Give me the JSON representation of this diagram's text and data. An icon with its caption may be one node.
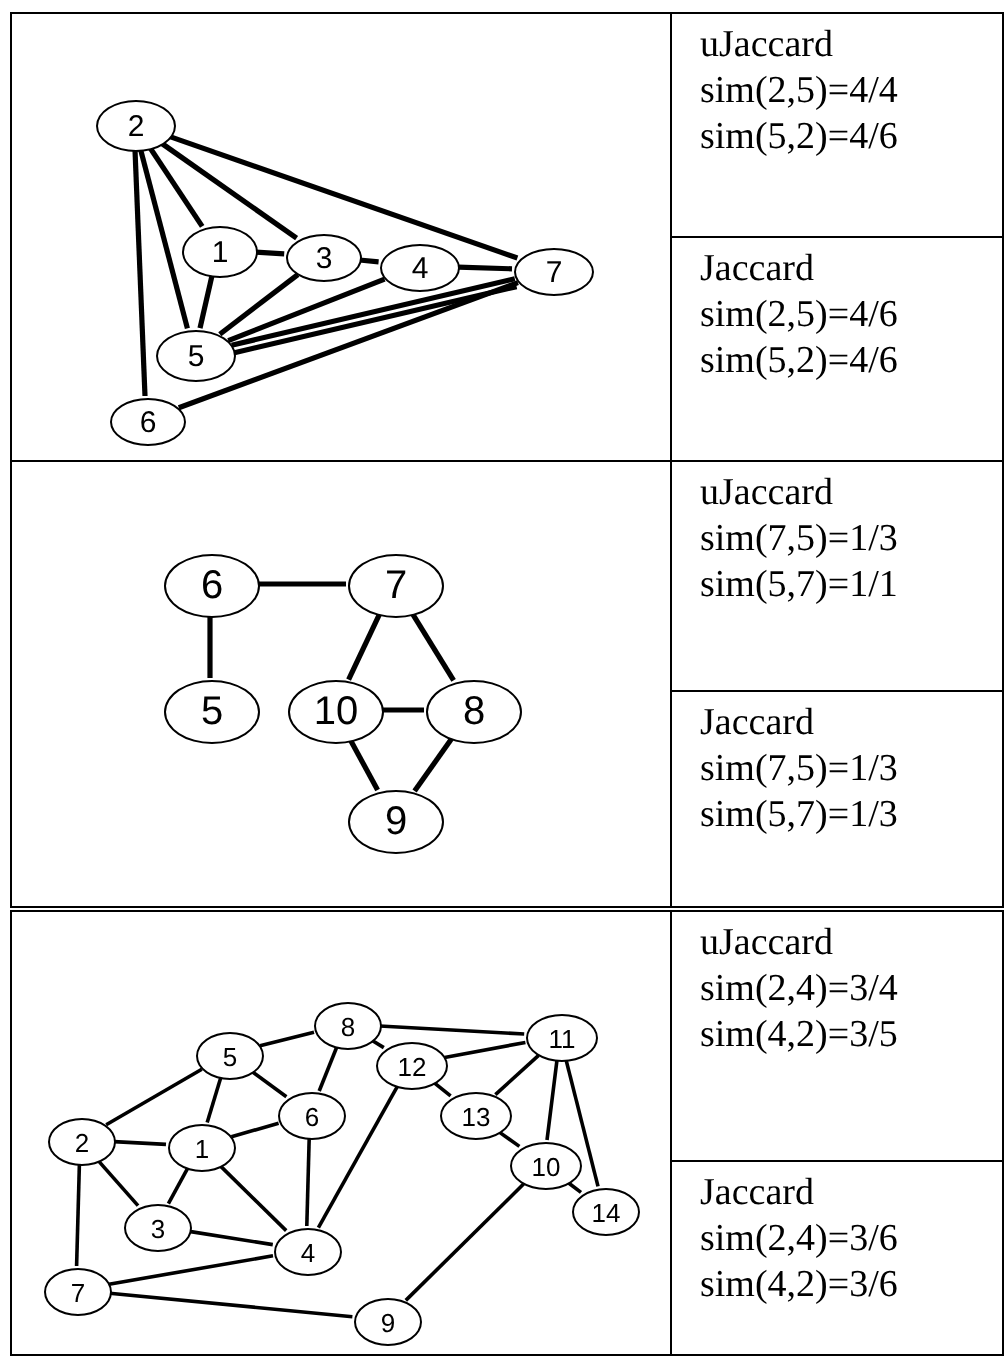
{
  "diagram": {
    "nodes": [
      {
        "text": [],
        "shape": "box"
      },
      {
        "text": [
          "2"
        ],
        "in": 0
      },
      {
        "text": [
          "1"
        ],
        "in": 0
      },
      {
        "text": [
          "3"
        ],
        "in": 0
      },
      {
        "text": [
          "4"
        ],
        "in": 0
      },
      {
        "text": [
          "7"
        ],
        "in": 0
      },
      {
        "text": [
          "5"
        ],
        "in": 0
      },
      {
        "text": [
          "6"
        ],
        "in": 0
      },
      {
        "text": [
          "uJaccard",
          "sim(2,5)=4/4",
          "sim(5,2)=4/6"
        ]
      },
      {
        "text": [
          "Jaccard",
          "sim(2,5)=4/6",
          "sim(5,2)=4/6"
        ]
      },
      {
        "text": [],
        "shape": "box"
      },
      {
        "text": [
          "6"
        ],
        "in": 10
      },
      {
        "text": [
          "7"
        ],
        "in": 10
      },
      {
        "text": [
          "5"
        ],
        "in": 10
      },
      {
        "text": [
          "10"
        ],
        "in": 10
      },
      {
        "text": [
          "8"
        ],
        "in": 10
      },
      {
        "text": [
          "9"
        ],
        "in": 10
      },
      {
        "text": [
          "uJaccard",
          "sim(7,5)=1/3",
          "sim(5,7)=1/1"
        ]
      },
      {
        "text": [
          "Jaccard",
          "sim(7,5)=1/3",
          "sim(5,7)=1/3"
        ]
      },
      {
        "text": [],
        "shape": "box"
      },
      {
        "text": [
          "8"
        ],
        "in": 19
      },
      {
        "text": [
          "11"
        ],
        "in": 19
      },
      {
        "text": [
          "5"
        ],
        "in": 19
      },
      {
        "text": [
          "12"
        ],
        "in": 19
      },
      {
        "text": [
          "6"
        ],
        "in": 19
      },
      {
        "text": [
          "13"
        ],
        "in": 19
      },
      {
        "text": [
          "2"
        ],
        "in": 19
      },
      {
        "text": [
          "1"
        ],
        "in": 19
      },
      {
        "text": [
          "10"
        ],
        "in": 19
      },
      {
        "text": [
          "14"
        ],
        "in": 19
      },
      {
        "text": [
          "3"
        ],
        "in": 19
      },
      {
        "text": [
          "4"
        ],
        "in": 19
      },
      {
        "text": [
          "7"
        ],
        "in": 19
      },
      {
        "text": [
          "9"
        ],
        "in": 19
      },
      {
        "text": [
          "uJaccard",
          "sim(2,4)=3/4",
          "sim(4,2)=3/5"
        ]
      },
      {
        "text": [
          "Jaccard",
          "sim(2,4)=3/6",
          "sim(4,2)=3/6"
        ]
      }
    ],
    "edges": [
      {
        "from": 1,
        "to": 2,
        "arrow": "none"
      },
      {
        "from": 1,
        "to": 3,
        "arrow": "none"
      },
      {
        "from": 1,
        "to": 5,
        "arrow": "none"
      },
      {
        "from": 1,
        "to": 6,
        "arrow": "none"
      },
      {
        "from": 1,
        "to": 7,
        "arrow": "none"
      },
      {
        "from": 2,
        "to": 3,
        "arrow": "none"
      },
      {
        "from": 2,
        "to": 6,
        "arrow": "none"
      },
      {
        "from": 3,
        "to": 4,
        "arrow": "none"
      },
      {
        "from": 3,
        "to": 6,
        "arrow": "none"
      },
      {
        "from": 4,
        "to": 5,
        "arrow": "none"
      },
      {
        "from": 6,
        "to": 4,
        "arrow": "none"
      },
      {
        "from": 6,
        "to": 5,
        "arrow": "none"
      },
      {
        "from": 6,
        "to": 5,
        "arrow": "none"
      },
      {
        "from": 7,
        "to": 5,
        "arrow": "none"
      },
      {
        "from": 11,
        "to": 12,
        "arrow": "none"
      },
      {
        "from": 11,
        "to": 13,
        "arrow": "none"
      },
      {
        "from": 12,
        "to": 14,
        "arrow": "none"
      },
      {
        "from": 12,
        "to": 15,
        "arrow": "none"
      },
      {
        "from": 14,
        "to": 15,
        "arrow": "none"
      },
      {
        "from": 14,
        "to": 16,
        "arrow": "none"
      },
      {
        "from": 15,
        "to": 16,
        "arrow": "none"
      },
      {
        "from": 22,
        "to": 20,
        "arrow": "none"
      },
      {
        "from": 20,
        "to": 21,
        "arrow": "none"
      },
      {
        "from": 20,
        "to": 23,
        "arrow": "none"
      },
      {
        "from": 20,
        "to": 24,
        "arrow": "none"
      },
      {
        "from": 23,
        "to": 21,
        "arrow": "none"
      },
      {
        "from": 23,
        "to": 25,
        "arrow": "none"
      },
      {
        "from": 23,
        "to": 31,
        "arrow": "none"
      },
      {
        "from": 22,
        "to": 26,
        "arrow": "none"
      },
      {
        "from": 22,
        "to": 27,
        "arrow": "none"
      },
      {
        "from": 22,
        "to": 24,
        "arrow": "none"
      },
      {
        "from": 26,
        "to": 27,
        "arrow": "none"
      },
      {
        "from": 26,
        "to": 30,
        "arrow": "none"
      },
      {
        "from": 26,
        "to": 32,
        "arrow": "none"
      },
      {
        "from": 27,
        "to": 24,
        "arrow": "none"
      },
      {
        "from": 27,
        "to": 30,
        "arrow": "none"
      },
      {
        "from": 27,
        "to": 31,
        "arrow": "none"
      },
      {
        "from": 24,
        "to": 31,
        "arrow": "none"
      },
      {
        "from": 30,
        "to": 31,
        "arrow": "none"
      },
      {
        "from": 32,
        "to": 31,
        "arrow": "none"
      },
      {
        "from": 32,
        "to": 33,
        "arrow": "none"
      },
      {
        "from": 33,
        "to": 28,
        "arrow": "none"
      },
      {
        "from": 25,
        "to": 28,
        "arrow": "none"
      },
      {
        "from": 21,
        "to": 25,
        "arrow": "none"
      },
      {
        "from": 21,
        "to": 28,
        "arrow": "none"
      },
      {
        "from": 21,
        "to": 29,
        "arrow": "none"
      },
      {
        "from": 28,
        "to": 29,
        "arrow": "none"
      }
    ]
  }
}
